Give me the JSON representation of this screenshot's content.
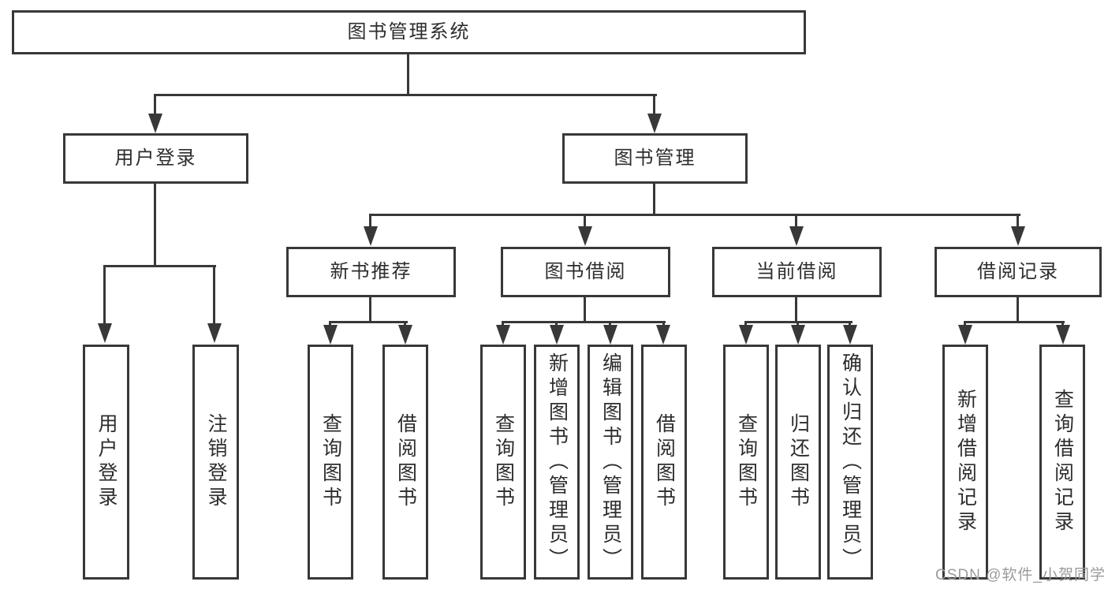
{
  "diagram": {
    "root": {
      "label": "图书管理系统"
    },
    "children": [
      {
        "label": "用户登录",
        "children": [
          {
            "label": "用户登录"
          },
          {
            "label": "注销登录"
          }
        ]
      },
      {
        "label": "图书管理",
        "children": [
          {
            "label": "新书推荐",
            "children": [
              {
                "label": "查询图书"
              },
              {
                "label": "借阅图书"
              }
            ]
          },
          {
            "label": "图书借阅",
            "children": [
              {
                "label": "查询图书"
              },
              {
                "label": "新增图书（管理员）"
              },
              {
                "label": "编辑图书（管理员）"
              },
              {
                "label": "借阅图书"
              }
            ]
          },
          {
            "label": "当前借阅",
            "children": [
              {
                "label": "查询图书"
              },
              {
                "label": "归还图书"
              },
              {
                "label": "确认归还（管理员）"
              }
            ]
          },
          {
            "label": "借阅记录",
            "children": [
              {
                "label": "新增借阅记录"
              },
              {
                "label": "查询借阅记录"
              }
            ]
          }
        ]
      }
    ]
  },
  "watermark": {
    "text": "CSDN @软件_小贺同学"
  },
  "colors": {
    "line": "#383838",
    "text": "#2d2d2d",
    "watermark": "#9b9b9b",
    "background": "#ffffff"
  }
}
